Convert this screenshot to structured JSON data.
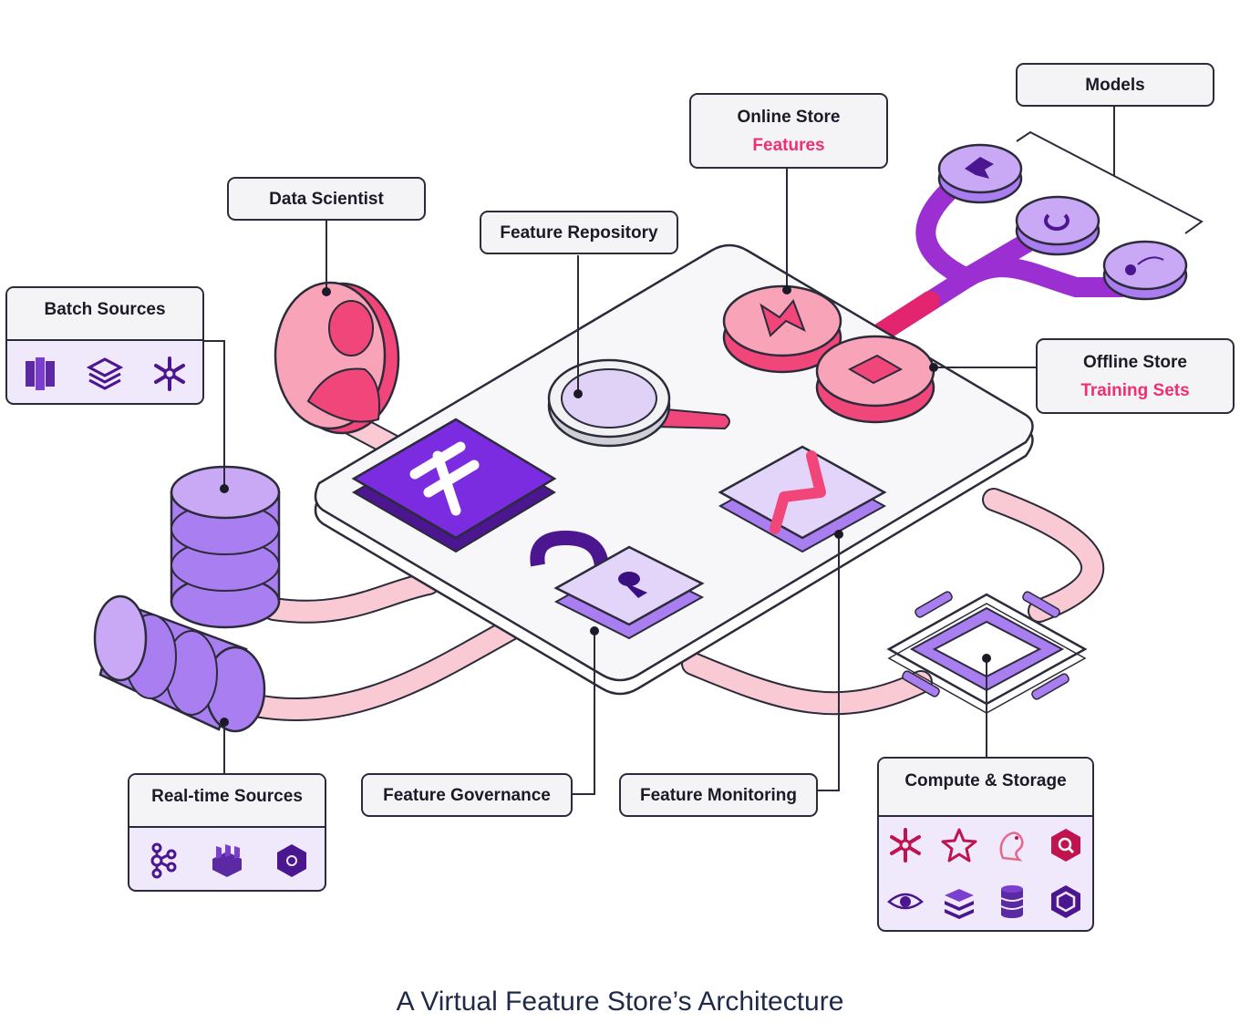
{
  "labels": {
    "models": "Models",
    "online_store": "Online Store",
    "online_store_sub": "Features",
    "data_scientist": "Data Scientist",
    "feature_repository": "Feature Repository",
    "batch_sources": "Batch Sources",
    "offline_store": "Offline Store",
    "offline_store_sub": "Training Sets",
    "realtime_sources": "Real-time Sources",
    "feature_governance": "Feature Governance",
    "feature_monitoring": "Feature Monitoring",
    "compute_storage": "Compute & Storage"
  },
  "caption": "A Virtual Feature Store’s Architecture",
  "colors": {
    "outline": "#2b2b3a",
    "accent_pink": "#ef2f72",
    "light_pink": "#f9c9d4",
    "purple_dark": "#6a1fc9",
    "purple_mid": "#a97ef0",
    "purple_light": "#e3d5fa",
    "caption": "#1f2a4a"
  },
  "icons": {
    "batch_sources": [
      "aws-s3-icon",
      "databricks-icon",
      "snowflake-icon"
    ],
    "realtime_sources": [
      "kafka-icon",
      "kinesis-icon",
      "pubsub-icon"
    ],
    "compute_storage": [
      "snowflake-icon",
      "spark-star-icon",
      "squirrel-icon",
      "bigquery-icon",
      "eye-icon",
      "redis-icon",
      "database-icon",
      "hexagon-icon"
    ],
    "models": [
      "tensorflow-icon",
      "pytorch-icon",
      "scikit-learn-icon"
    ]
  }
}
